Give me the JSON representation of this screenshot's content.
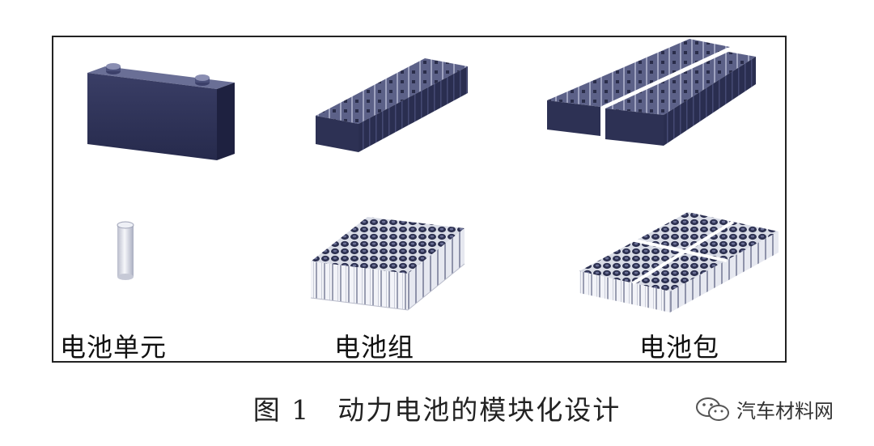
{
  "figure": {
    "labels": {
      "cell": "电池单元",
      "module": "电池组",
      "pack": "电池包"
    },
    "caption": {
      "number": "图 1",
      "text": "动力电池的模块化设计"
    }
  },
  "watermark": {
    "text": "汽车材料网",
    "icon": "wechat-icon"
  },
  "colors": {
    "battery_top": "#5a5f86",
    "battery_side": "#2b2f52",
    "battery_dark": "#1e2140",
    "cell_silver": "#e4e6ee",
    "border": "#222222"
  }
}
